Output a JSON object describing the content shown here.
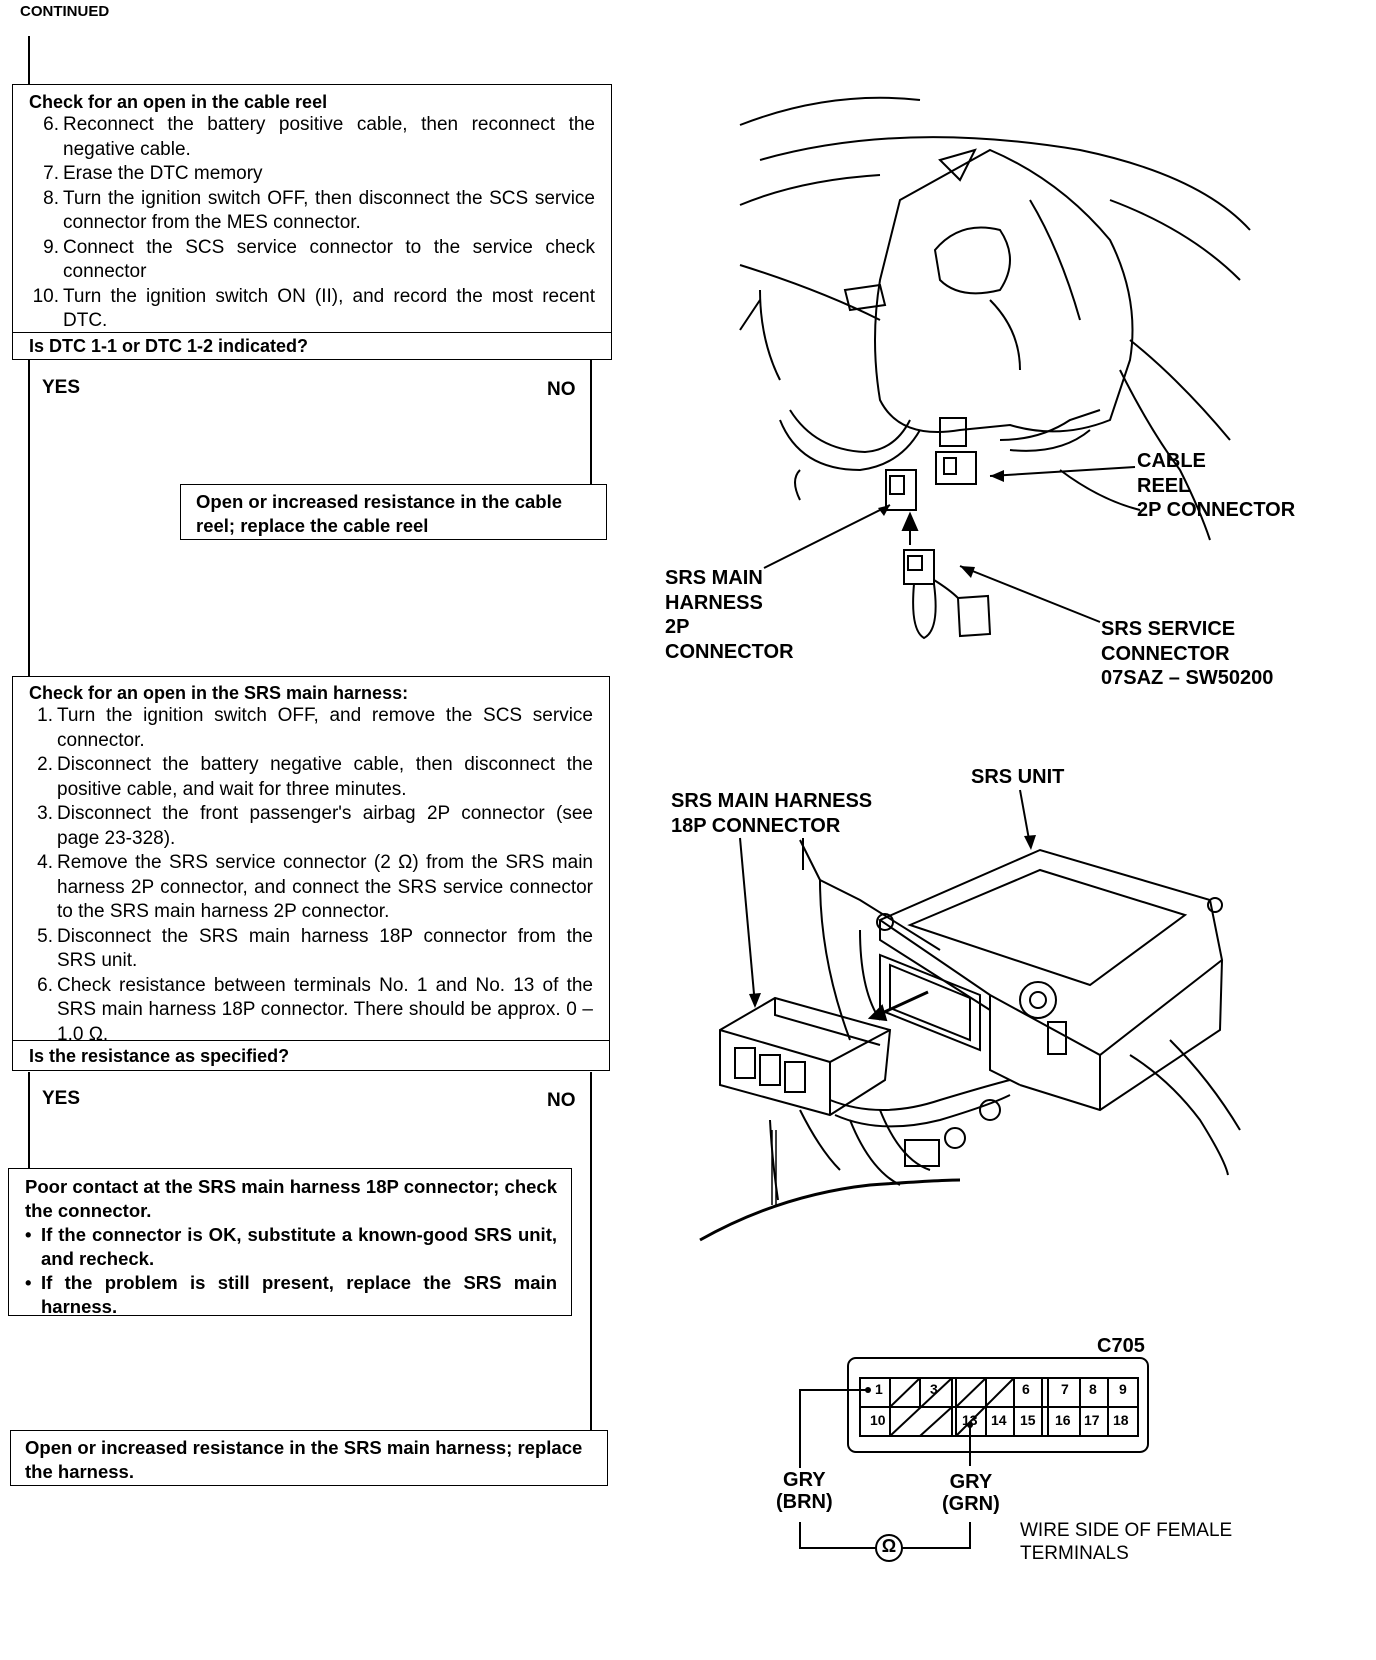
{
  "header": "CONTINUED",
  "box1": {
    "title": "Check for an open in the cable reel",
    "steps": [
      {
        "n": "6.",
        "t": "Reconnect the battery positive cable, then reconnect the negative cable."
      },
      {
        "n": "7.",
        "t": "Erase the DTC memory"
      },
      {
        "n": "8.",
        "t": "Turn the ignition switch OFF, then disconnect the SCS service connector from the MES connector."
      },
      {
        "n": "9.",
        "t": "Connect the SCS service connector to the service check connector"
      },
      {
        "n": "10.",
        "t": "Turn the ignition switch ON (II), and record the most recent DTC."
      }
    ],
    "question": "Is DTC 1-1 or DTC 1-2 indicated?",
    "yes": "YES",
    "no": "NO",
    "result": "Open or increased resistance in the cable reel; replace the cable reel"
  },
  "box2": {
    "title": "Check for an open in the SRS main harness:",
    "steps": [
      {
        "n": "1.",
        "t": "Turn the ignition switch OFF, and remove the SCS service connector."
      },
      {
        "n": "2.",
        "t": "Disconnect the battery negative cable, then disconnect the positive cable, and wait for three minutes."
      },
      {
        "n": "3.",
        "t": "Disconnect the front passenger's airbag 2P connector (see page 23-328)."
      },
      {
        "n": "4.",
        "t": "Remove the SRS service connector (2 Ω) from the SRS main harness 2P connector, and connect the SRS service connector to the SRS main harness 2P connector."
      },
      {
        "n": "5.",
        "t": "Disconnect the SRS main harness 18P connector from the SRS unit."
      },
      {
        "n": "6.",
        "t": "Check resistance between terminals No. 1 and No. 13 of the SRS main harness 18P connector. There should be approx. 0 – 1.0 Ω."
      }
    ],
    "question": "Is the resistance as specified?",
    "yes": "YES",
    "no": "NO",
    "result_yes_title": "Poor contact at the SRS main harness 18P connector; check the connector.",
    "result_yes_bullets": [
      "If the connector is OK, substitute a known-good SRS unit, and recheck.",
      "If the problem is still present, replace the SRS main harness."
    ],
    "result_no": "Open or increased resistance in the SRS main harness; replace the harness."
  },
  "figure1": {
    "cable_reel_label": "CABLE REEL 2P CONNECTOR",
    "cable_reel_lines": [
      "CABLE",
      "REEL",
      "2P CONNECTOR"
    ],
    "srs_main_lines": [
      "SRS MAIN",
      "HARNESS",
      "2P",
      "CONNECTOR"
    ],
    "srs_service_lines": [
      "SRS SERVICE",
      "CONNECTOR",
      "07SAZ – SW50200"
    ]
  },
  "figure2": {
    "srs_unit": "SRS UNIT",
    "harness_lines": [
      "SRS MAIN HARNESS",
      "18P CONNECTOR"
    ]
  },
  "figure3": {
    "connector_id": "C705",
    "top_row": [
      "1",
      "",
      "3",
      "",
      "",
      "",
      "6",
      "7",
      "8",
      "9"
    ],
    "bottom_row": [
      "10",
      "",
      "",
      "",
      "13",
      "14",
      "15",
      "16",
      "17",
      "18"
    ],
    "wire_left": [
      "GRY",
      "(BRN)"
    ],
    "wire_right": [
      "GRY",
      "(GRN)"
    ],
    "caption_lines": [
      "WIRE SIDE OF FEMALE",
      "TERMINALS"
    ],
    "ohmmeter_symbol": "Ω"
  }
}
